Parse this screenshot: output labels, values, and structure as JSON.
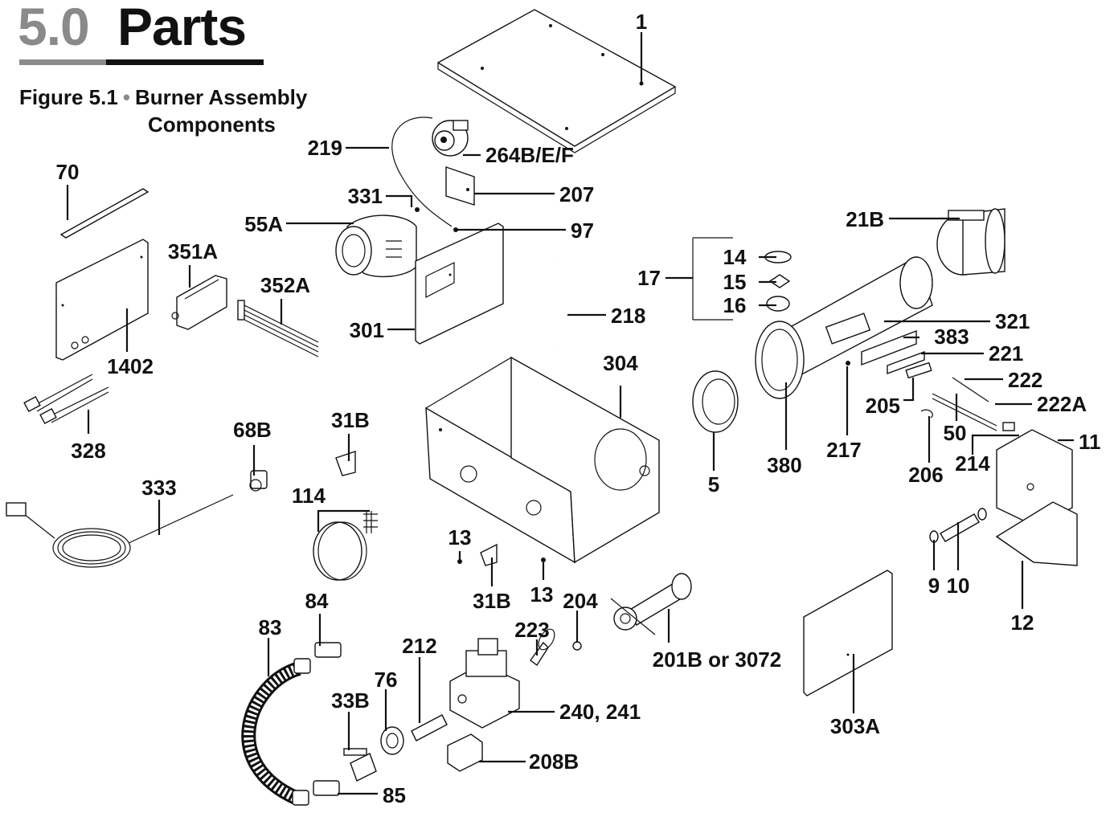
{
  "header": {
    "section_number": "5.0",
    "section_title": "Parts"
  },
  "figure": {
    "label": "Figure 5.1",
    "separator": "•",
    "title_line1": "Burner Assembly",
    "title_line2": "Components"
  },
  "callouts": {
    "c1": "1",
    "c264": "264B/E/F",
    "c219": "219",
    "c207": "207",
    "c331": "331",
    "c97": "97",
    "c55a": "55A",
    "c70": "70",
    "c351a": "351A",
    "c352a": "352A",
    "c301": "301",
    "c1402": "1402",
    "c21b": "21B",
    "c14": "14",
    "c15": "15",
    "c16": "16",
    "c17": "17",
    "c218": "218",
    "c321": "321",
    "c383": "383",
    "c221": "221",
    "c222": "222",
    "c222a": "222A",
    "c205": "205",
    "c304": "304",
    "c328": "328",
    "c31b_a": "31B",
    "c68b": "68B",
    "c50": "50",
    "c11": "11",
    "c217": "217",
    "c380": "380",
    "c5": "5",
    "c214": "214",
    "c206": "206",
    "c333": "333",
    "c114": "114",
    "c13_a": "13",
    "c31b_b": "31B",
    "c13_b": "13",
    "c9": "9",
    "c10": "10",
    "c12": "12",
    "c84": "84",
    "c83": "83",
    "c204": "204",
    "c212": "212",
    "c223": "223",
    "c201": "201B or 3072",
    "c76": "76",
    "c33b": "33B",
    "c240": "240, 241",
    "c303a": "303A",
    "c208b": "208B",
    "c85": "85"
  }
}
